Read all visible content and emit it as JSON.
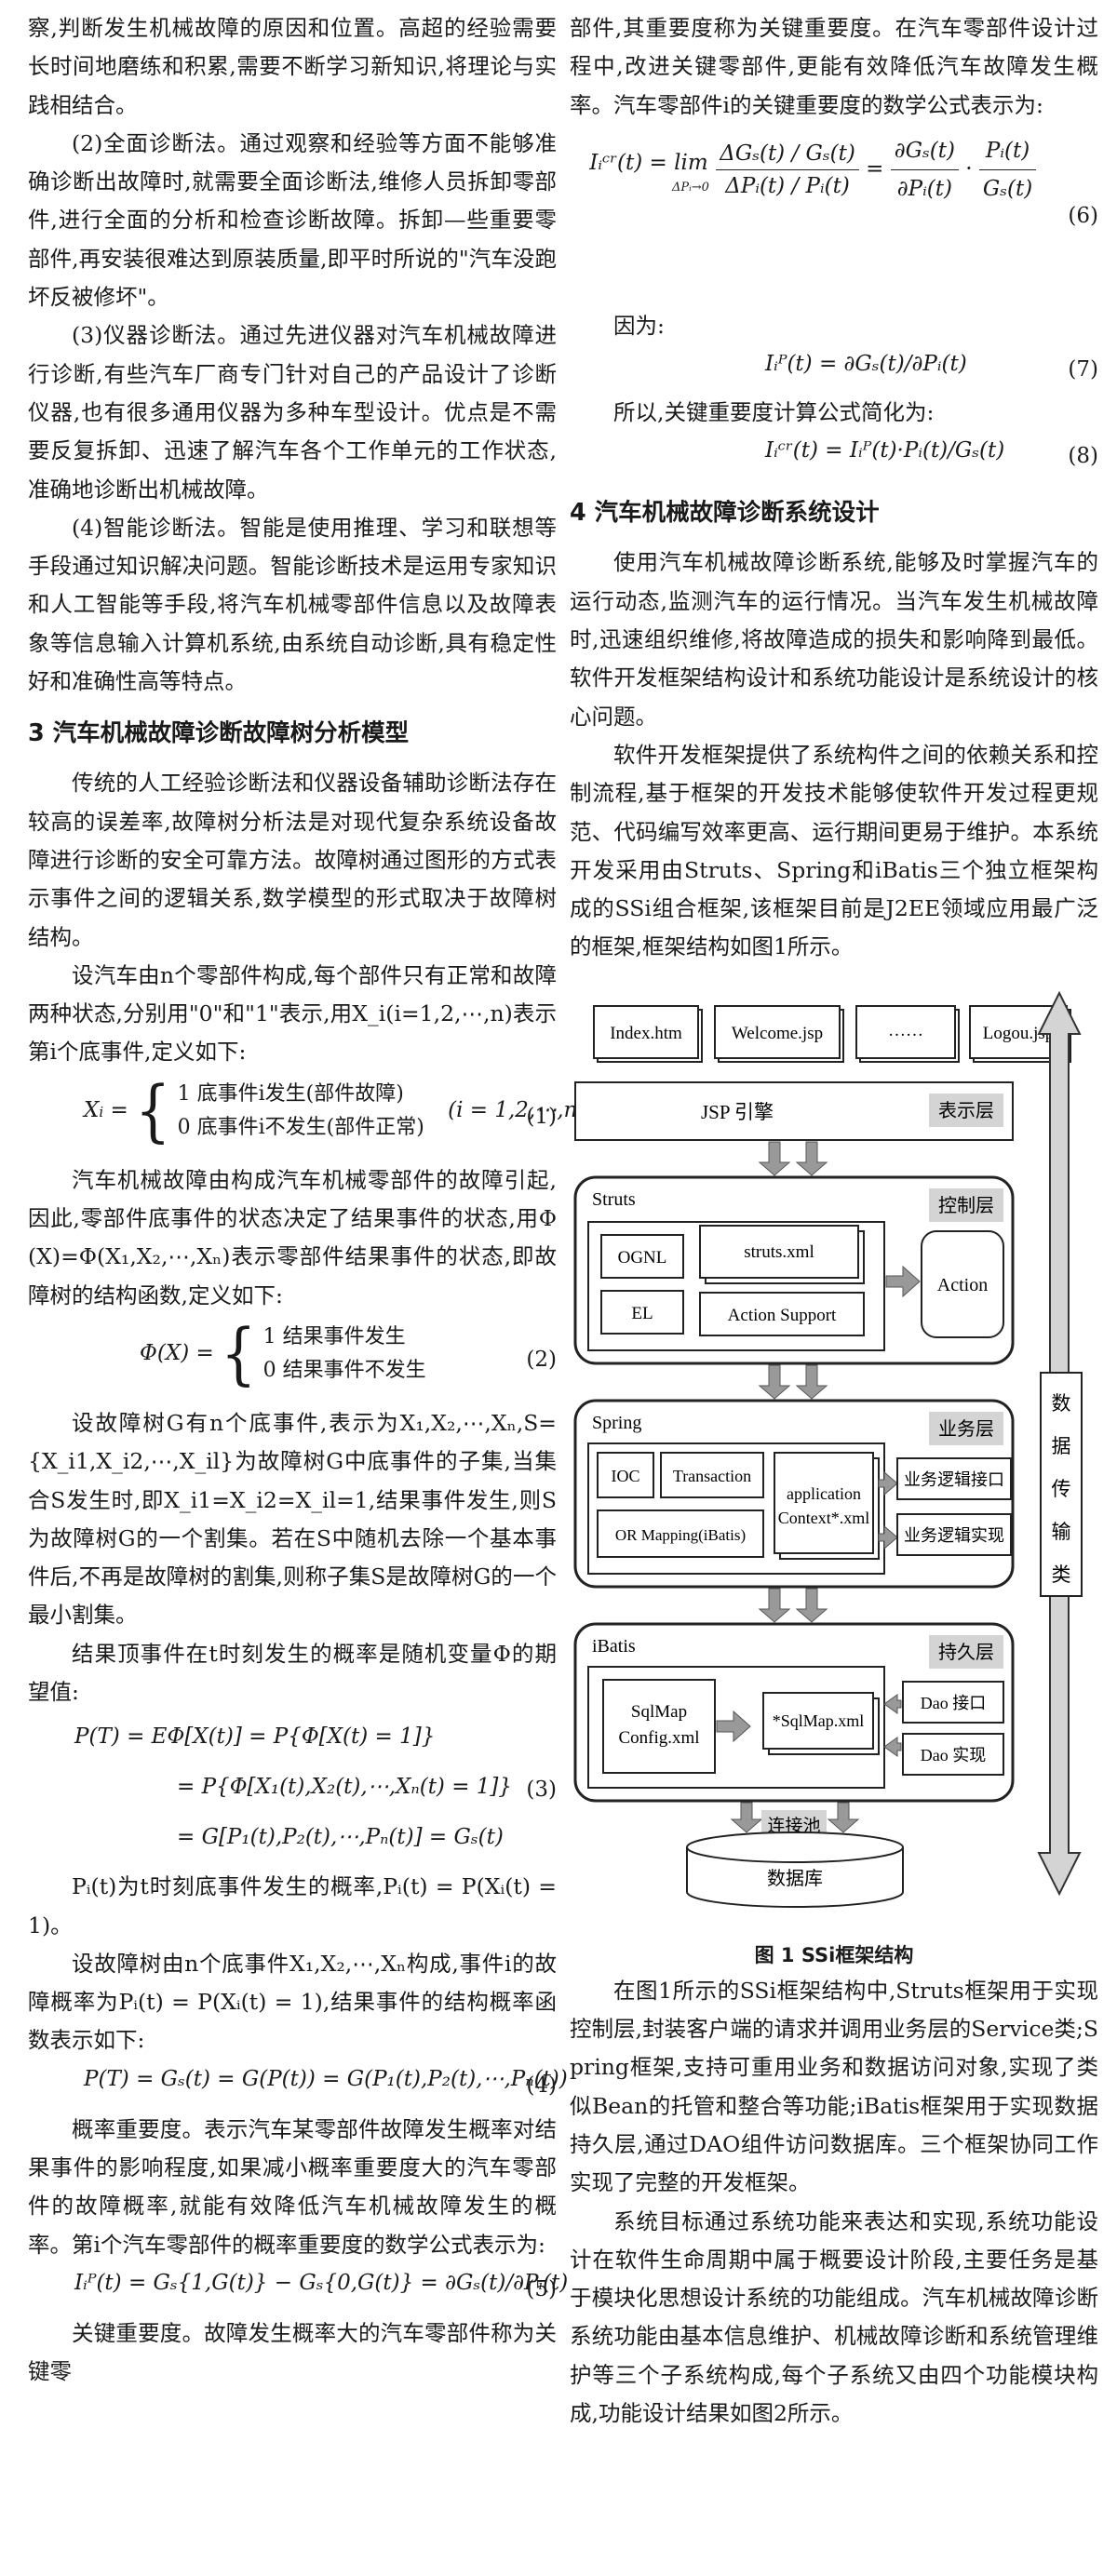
{
  "left": {
    "p_intro": "察,判断发生机械故障的原因和位置。高超的经验需要长时间地磨练和积累,需要不断学习新知识,将理论与实践相结合。",
    "p_full": "(2)全面诊断法。通过观察和经验等方面不能够准确诊断出故障时,就需要全面诊断法,维修人员拆卸零部件,进行全面的分析和检查诊断故障。拆卸—些重要零部件,再安装很难达到原装质量,即平时所说的\"汽车没跑坏反被修坏\"。",
    "p_instrument": "(3)仪器诊断法。通过先进仪器对汽车机械故障进行诊断,有些汽车厂商专门针对自己的产品设计了诊断仪器,也有很多通用仪器为多种车型设计。优点是不需要反复拆卸、迅速了解汽车各个工作单元的工作状态,准确地诊断出机械故障。",
    "p_smart": "(4)智能诊断法。智能是使用推理、学习和联想等手段通过知识解决问题。智能诊断技术是运用专家知识和人工智能等手段,将汽车机械零部件信息以及故障表象等信息输入计算机系统,由系统自动诊断,具有稳定性好和准确性高等特点。",
    "sec3_title": "3 汽车机械故障诊断故障树分析模型",
    "p_s3a": "传统的人工经验诊断法和仪器设备辅助诊断法存在较高的误差率,故障树分析法是对现代复杂系统设备故障进行诊断的安全可靠方法。故障树通过图形的方式表示事件之间的逻辑关系,数学模型的形式取决于故障树结构。",
    "p_s3b": "设汽车由n个零部件构成,每个部件只有正常和故障两种状态,分别用\"0\"和\"1\"表示,用X_i(i=1,2,⋯,n)表示第i个底事件,定义如下:",
    "eq1_lhs": "X",
    "eq1_case1": "1    底事件i发生(部件故障)",
    "eq1_case0": "0    底事件i不发生(部件正常)",
    "eq1_range": "(i = 1,2,⋯,n)",
    "eq1_no": "(1)",
    "p_s3c": "汽车机械故障由构成汽车机械零部件的故障引起,因此,零部件底事件的状态决定了结果事件的状态,用Φ(X)=Φ(X₁,X₂,⋯,Xₙ)表示零部件结果事件的状态,即故障树的结构函数,定义如下:",
    "eq2_lhs": "Φ(X) =",
    "eq2_case1": "1    结果事件发生",
    "eq2_case0": "0    结果事件不发生",
    "eq2_no": "(2)",
    "p_s3d": "设故障树G有n个底事件,表示为X₁,X₂,⋯,Xₙ,S={X_i1,X_i2,⋯,X_il}为故障树G中底事件的子集,当集合S发生时,即X_i1=X_i2=X_il=1,结果事件发生,则S为故障树G的一个割集。若在S中随机去除一个基本事件后,不再是故障树的割集,则称子集S是故障树G的一个最小割集。",
    "p_s3e": "结果顶事件在t时刻发生的概率是随机变量Φ的期望值:",
    "eq3_line1": "P(T) = EΦ[X(t)] = P{Φ[X(t) = 1]}",
    "eq3_line2": "= P{Φ[X₁(t),X₂(t),⋯,Xₙ(t) = 1]}",
    "eq3_line3": "= G[P₁(t),P₂(t),⋯,Pₙ(t)] = Gₛ(t)",
    "eq3_no": "(3)",
    "p_s3f": "Pᵢ(t)为t时刻底事件发生的概率,Pᵢ(t) = P(Xᵢ(t) = 1)。",
    "p_s3g": "设故障树由n个底事件X₁,X₂,⋯,Xₙ构成,事件i的故障概率为Pᵢ(t) = P(Xᵢ(t) = 1),结果事件的结构概率函数表示如下:",
    "eq4": "P(T) = Gₛ(t) = G(P(t)) = G(P₁(t),P₂(t),⋯,Pₙ(t))",
    "eq4_no": "(4)",
    "p_s3h": "概率重要度。表示汽车某零部件故障发生概率对结果事件的影响程度,如果减小概率重要度大的汽车零部件的故障概率,就能有效降低汽车机械故障发生的概率。第i个汽车零部件的概率重要度的数学公式表示为:",
    "eq5": "Iᵢᴾ(t) = Gₛ{1,G(t)} − Gₛ{0,G(t)} = ∂Gₛ(t)/∂Pᵢ(t)",
    "eq5_no": "(5)",
    "p_s3i": "关键重要度。故障发生概率大的汽车零部件称为关键零"
  },
  "right": {
    "p_cont": "部件,其重要度称为关键重要度。在汽车零部件设计过程中,改进关键零部件,更能有效降低汽车故障发生概率。汽车零部件i的关键重要度的数学公式表示为:",
    "eq6_lhs": "Iᵢᶜʳ(t) = lim",
    "eq6_lim_sub": "ΔPᵢ→0",
    "eq6_num_top": "ΔGₛ(t)",
    "eq6_num_bot": "Gₛ(t)",
    "eq6_den_top": "ΔPᵢ(t)",
    "eq6_den_bot": "Pᵢ(t)",
    "eq6_rhs1_num": "∂Gₛ(t)",
    "eq6_rhs1_den": "∂Pᵢ(t)",
    "eq6_rhs2_num": "Pᵢ(t)",
    "eq6_rhs2_den": "Gₛ(t)",
    "eq6_no": "(6)",
    "p_because": "因为:",
    "eq7": "Iᵢᴾ(t) = ∂Gₛ(t)/∂Pᵢ(t)",
    "eq7_no": "(7)",
    "p_so": "所以,关键重要度计算公式简化为:",
    "eq8": "Iᵢᶜʳ(t) = Iᵢᴾ(t)·Pᵢ(t)/Gₛ(t)",
    "eq8_no": "(8)",
    "sec4_title": "4 汽车机械故障诊断系统设计",
    "p_s4a": "使用汽车机械故障诊断系统,能够及时掌握汽车的运行动态,监测汽车的运行情况。当汽车发生机械故障时,迅速组织维修,将故障造成的损失和影响降到最低。软件开发框架结构设计和系统功能设计是系统设计的核心问题。",
    "p_s4b": "软件开发框架提供了系统构件之间的依赖关系和控制流程,基于框架的开发技术能够使软件开发过程更规范、代码编写效率更高、运行期间更易于维护。本系统开发采用由Struts、Spring和iBatis三个独立框架构成的SSi组合框架,该框架目前是J2EE领域应用最广泛的框架,框架结构如图1所示。",
    "figure": {
      "pages": [
        "Index.htm",
        "Welcome.jsp",
        "……",
        "Logou.jsp"
      ],
      "jsp_engine": "JSP 引擎",
      "presentation_layer": "表示层",
      "struts_label": "Struts",
      "control_layer": "控制层",
      "ognl": "OGNL",
      "el": "EL",
      "struts_xml": "struts.xml",
      "action_support": "Action Support",
      "action": "Action",
      "spring_label": "Spring",
      "business_layer": "业务层",
      "ioc": "IOC",
      "transaction": "Transaction",
      "or_mapping": "OR Mapping(iBatis)",
      "app_context_1": "application",
      "app_context_2": "Context*.xml",
      "biz_interface": "业务逻辑接口",
      "biz_impl": "业务逻辑实现",
      "ibatis_label": "iBatis",
      "persistence_layer": "持久层",
      "sqlmap_config_1": "SqlMap",
      "sqlmap_config_2": "Config.xml",
      "sqlmap_xml": "*SqlMap.xml",
      "dao_interface": "Dao 接口",
      "dao_impl": "Dao 实现",
      "conn_pool": "连接池",
      "database": "数据库",
      "data_transfer": [
        "数",
        "据",
        "传",
        "输",
        "类"
      ]
    },
    "fig_caption": "图 1    SSi框架结构",
    "p_s4c": "在图1所示的SSi框架结构中,Struts框架用于实现控制层,封装客户端的请求并调用业务层的Service类;Spring框架,支持可重用业务和数据访问对象,实现了类似Bean的托管和整合等功能;iBatis框架用于实现数据持久层,通过DAO组件访问数据库。三个框架协同工作实现了完整的开发框架。",
    "p_s4d": "系统目标通过系统功能来表达和实现,系统功能设计在软件生命周期中属于概要设计阶段,主要任务是基于模块化思想设计系统的功能组成。汽车机械故障诊断系统功能由基本信息维护、机械故障诊断和系统管理维护等三个子系统构成,每个子系统又由四个功能模块构成,功能设计结果如图2所示。"
  }
}
